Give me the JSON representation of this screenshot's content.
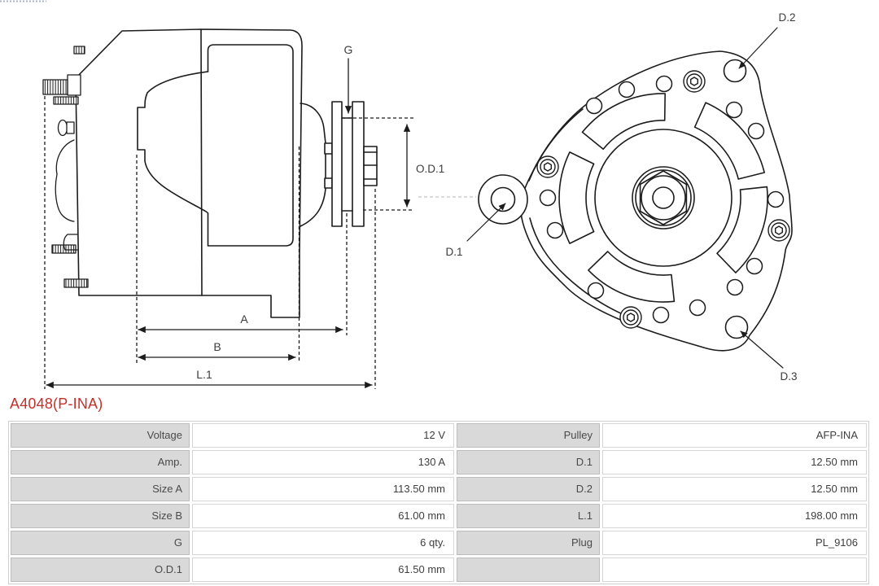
{
  "title": {
    "part_number": "A4048(P-INA)"
  },
  "colors": {
    "part_number_red": "#c2312b",
    "drawing_line": "#1c1c1c",
    "table_label_bg": "#d9d9d9",
    "table_border": "#cfcfcf"
  },
  "diagram": {
    "side_view_labels": {
      "g": "G",
      "od1": "O.D.1",
      "a": "A",
      "b": "B",
      "l1": "L.1"
    },
    "rear_view_labels": {
      "d1": "D.1",
      "d2": "D.2",
      "d3": "D.3"
    }
  },
  "spec_table": {
    "rows": [
      {
        "label_left": "Voltage",
        "value_left": "12 V",
        "label_right": "Pulley",
        "value_right": "AFP-INA"
      },
      {
        "label_left": "Amp.",
        "value_left": "130 A",
        "label_right": "D.1",
        "value_right": "12.50 mm"
      },
      {
        "label_left": "Size A",
        "value_left": "113.50 mm",
        "label_right": "D.2",
        "value_right": "12.50 mm"
      },
      {
        "label_left": "Size B",
        "value_left": "61.00 mm",
        "label_right": "L.1",
        "value_right": "198.00 mm"
      },
      {
        "label_left": "G",
        "value_left": "6 qty.",
        "label_right": "Plug",
        "value_right": "PL_9106"
      },
      {
        "label_left": "O.D.1",
        "value_left": "61.50 mm",
        "label_right": "",
        "value_right": ""
      }
    ]
  }
}
